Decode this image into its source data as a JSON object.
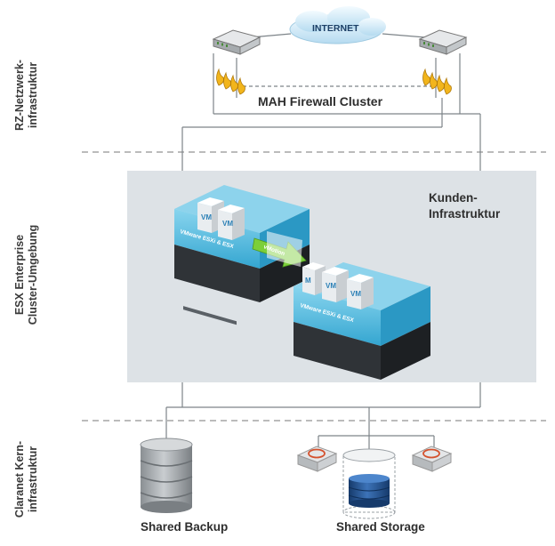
{
  "sections": [
    {
      "line1": "RZ-Netzwerk-",
      "line2": "infrastruktur"
    },
    {
      "line1": "ESX Enterprise",
      "line2": "Cluster-Umgebung"
    },
    {
      "line1": "Claranet Kern-",
      "line2": "infrastruktur"
    }
  ],
  "internet_label": "INTERNET",
  "firewall_label": "MAH Firewall Cluster",
  "customer_label": {
    "line1": "Kunden-",
    "line2": "Infrastruktur"
  },
  "vm_label": "VM",
  "vm_label_partial": "M",
  "host_label": "VMware ESXi & ESX",
  "vmotion_label": "vMotion",
  "storage": {
    "backup_label": "Shared Backup",
    "storage_label": "Shared Storage"
  },
  "colors": {
    "cluster_bg": "#dde2e6",
    "host_blue": "#3eb3dc",
    "storage_blue": "#1f4e8c",
    "flame": "#f2b51c",
    "vmotion": "#7ccf3a"
  }
}
